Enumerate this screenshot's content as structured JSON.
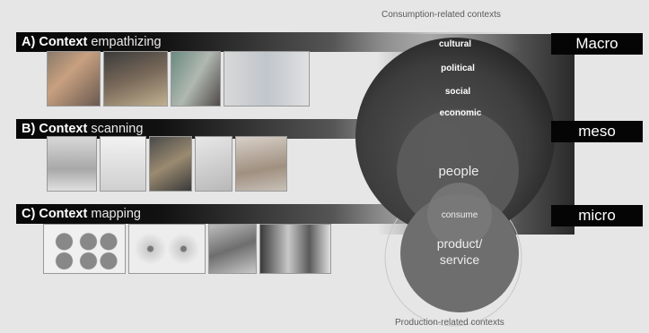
{
  "top_label": "Consumption-related contexts",
  "bottom_label": "Production-related contexts",
  "sections": [
    {
      "letter": "A)",
      "bold": "Context",
      "rest": "empathizing"
    },
    {
      "letter": "B)",
      "bold": "Context",
      "rest": "scanning"
    },
    {
      "letter": "C)",
      "bold": "Context",
      "rest": "mapping"
    }
  ],
  "levels": [
    "Macro",
    "meso",
    "micro"
  ],
  "rings": {
    "cultural": "cultural",
    "political": "political",
    "social": "social",
    "economic": "economic",
    "people": "people",
    "consume": "consume",
    "product": "product/",
    "service": "service"
  }
}
